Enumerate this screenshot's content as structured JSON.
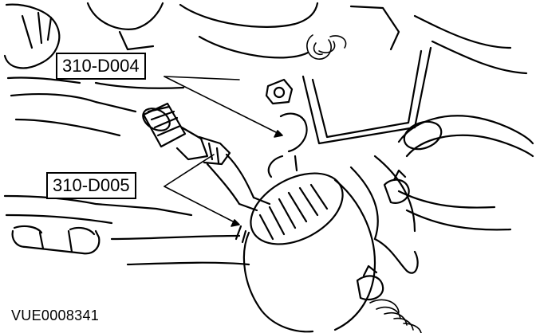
{
  "callouts": [
    {
      "id": "310-D004"
    },
    {
      "id": "310-D005"
    }
  ],
  "figure_id": "VUE0008341",
  "colors": {
    "ink": "#000000",
    "paper": "#ffffff"
  }
}
